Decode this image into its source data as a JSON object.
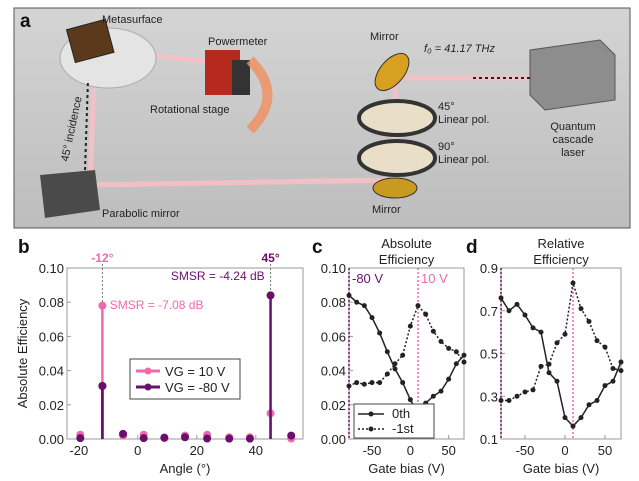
{
  "panel_a": {
    "label": "a",
    "texts": {
      "metasurface": "Metasurface",
      "powermeter": "Powermeter",
      "rotational_stage": "Rotational stage",
      "incidence": "45° incidence",
      "parabolic_mirror": "Parabolic mirror",
      "mirror_bottom": "Mirror",
      "mirror_top": "Mirror",
      "frequency": "f₀ = 41.17 THz",
      "pol45_a": "45°",
      "pol45_b": "Linear pol.",
      "pol90_a": "90°",
      "pol90_b": "Linear pol.",
      "laser_a": "Quantum",
      "laser_b": "cascade",
      "laser_c": "laser"
    }
  },
  "colors": {
    "pink": "#ef6aa8",
    "purple": "#6a0f6e",
    "black": "#222222"
  },
  "chart_data": [
    {
      "panel": "b",
      "type": "scatter",
      "title": "",
      "xlabel": "Angle (°)",
      "ylabel": "Absolute Efficiency",
      "xlim": [
        -24,
        56
      ],
      "ylim": [
        0,
        0.1
      ],
      "xticks": [
        -20,
        0,
        20,
        40
      ],
      "yticks": [
        0,
        0.02,
        0.04,
        0.06,
        0.08,
        0.1
      ],
      "ytick_labels": [
        "0.00",
        "0.02",
        "0.04",
        "0.06",
        "0.08",
        "0.10"
      ],
      "legend": {
        "placement": "center",
        "entries": [
          "VG = 10 V",
          "VG = -80 V"
        ]
      },
      "annotations": {
        "angle1": "-12°",
        "angle2": "45°",
        "smsr1": "SMSR = -7.08 dB",
        "smsr2": "SMSR = -4.24 dB"
      },
      "series": [
        {
          "name": "VG = 10 V",
          "color": "pink",
          "x": [
            -19.5,
            -12,
            -5,
            2,
            9,
            16,
            23.5,
            31,
            38,
            45,
            52
          ],
          "y": [
            0.0025,
            0.078,
            0.002,
            0.0025,
            0.0005,
            0.002,
            0.0025,
            0.001,
            0.001,
            0.015,
            0.0003
          ]
        },
        {
          "name": "VG = -80 V",
          "color": "purple",
          "x": [
            -19.5,
            -12,
            -5,
            2,
            9,
            16,
            23.5,
            31,
            38,
            45,
            52
          ],
          "y": [
            0.0005,
            0.031,
            0.003,
            0.0005,
            0.0008,
            0.001,
            0.0003,
            0.0002,
            0.0002,
            0.084,
            0.002
          ]
        }
      ]
    },
    {
      "panel": "c",
      "type": "line",
      "title": "Absolute Efficiency",
      "title_lines": [
        "Absolute",
        "Efficiency"
      ],
      "xlabel": "Gate bias (V)",
      "ylabel": "",
      "xlim": [
        -80,
        70
      ],
      "ylim": [
        0,
        0.1
      ],
      "xticks": [
        -50,
        0,
        50
      ],
      "yticks": [
        0,
        0.02,
        0.04,
        0.06,
        0.08,
        0.1
      ],
      "ytick_labels": [
        "0.00",
        "0.02",
        "0.04",
        "0.06",
        "0.08",
        "0.10"
      ],
      "vlines": [
        {
          "x": -80,
          "label": "-80 V",
          "color": "purple"
        },
        {
          "x": 10,
          "label": "10 V",
          "color": "pink"
        }
      ],
      "legend": {
        "placement": "bottom-left",
        "entries": [
          "0th",
          "-1st"
        ]
      },
      "x": [
        -80,
        -70,
        -60,
        -50,
        -40,
        -30,
        -20,
        -10,
        0,
        10,
        20,
        30,
        40,
        50,
        60,
        70
      ],
      "series": [
        {
          "name": "0th",
          "style": "solid",
          "y": [
            0.084,
            0.08,
            0.078,
            0.071,
            0.062,
            0.051,
            0.041,
            0.033,
            0.023,
            0.015,
            0.021,
            0.025,
            0.028,
            0.035,
            0.044,
            0.049
          ]
        },
        {
          "name": "-1st",
          "style": "dotted",
          "y": [
            0.031,
            0.033,
            0.032,
            0.033,
            0.033,
            0.038,
            0.044,
            0.049,
            0.066,
            0.078,
            0.073,
            0.063,
            0.057,
            0.053,
            0.051,
            0.045
          ]
        }
      ]
    },
    {
      "panel": "d",
      "type": "line",
      "title": "Relative Efficiency",
      "title_lines": [
        "Relative",
        "Efficiency"
      ],
      "xlabel": "Gate bias (V)",
      "ylabel": "",
      "xlim": [
        -80,
        70
      ],
      "ylim": [
        0.1,
        0.9
      ],
      "xticks": [
        -50,
        0,
        50
      ],
      "yticks": [
        0.1,
        0.3,
        0.5,
        0.7,
        0.9
      ],
      "ytick_labels": [
        "0.1",
        "0.3",
        "0.5",
        "0.7",
        "0.9"
      ],
      "vlines": [
        {
          "x": -80,
          "label": "",
          "color": "purple"
        },
        {
          "x": 10,
          "label": "",
          "color": "pink"
        }
      ],
      "x": [
        -80,
        -70,
        -60,
        -50,
        -40,
        -30,
        -20,
        -10,
        0,
        10,
        20,
        30,
        40,
        50,
        60,
        70
      ],
      "series": [
        {
          "name": "0th",
          "style": "solid",
          "y": [
            0.76,
            0.7,
            0.73,
            0.68,
            0.62,
            0.6,
            0.41,
            0.37,
            0.2,
            0.16,
            0.2,
            0.26,
            0.28,
            0.35,
            0.37,
            0.46
          ]
        },
        {
          "name": "-1st",
          "style": "dotted",
          "y": [
            0.28,
            0.28,
            0.3,
            0.32,
            0.33,
            0.44,
            0.45,
            0.55,
            0.59,
            0.83,
            0.71,
            0.65,
            0.56,
            0.53,
            0.43,
            0.42
          ]
        }
      ]
    }
  ]
}
